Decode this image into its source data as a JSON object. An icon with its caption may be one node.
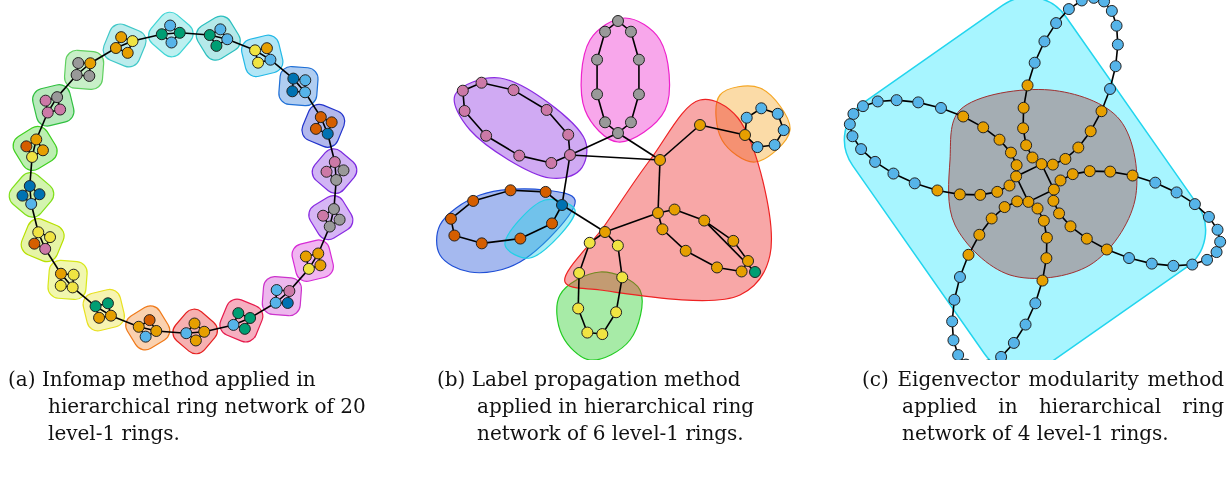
{
  "diagram": {
    "labels": [
      "(a) Infomap method applied in hierarchical ring network of 20 level-1 rings.",
      "(b) Label propagation method applied in hierarchical ring network of 6 level-1 rings.",
      "(c) Eigenvector modularity method applied in hierarchical ring network of 4 level-1 rings."
    ]
  }
}
